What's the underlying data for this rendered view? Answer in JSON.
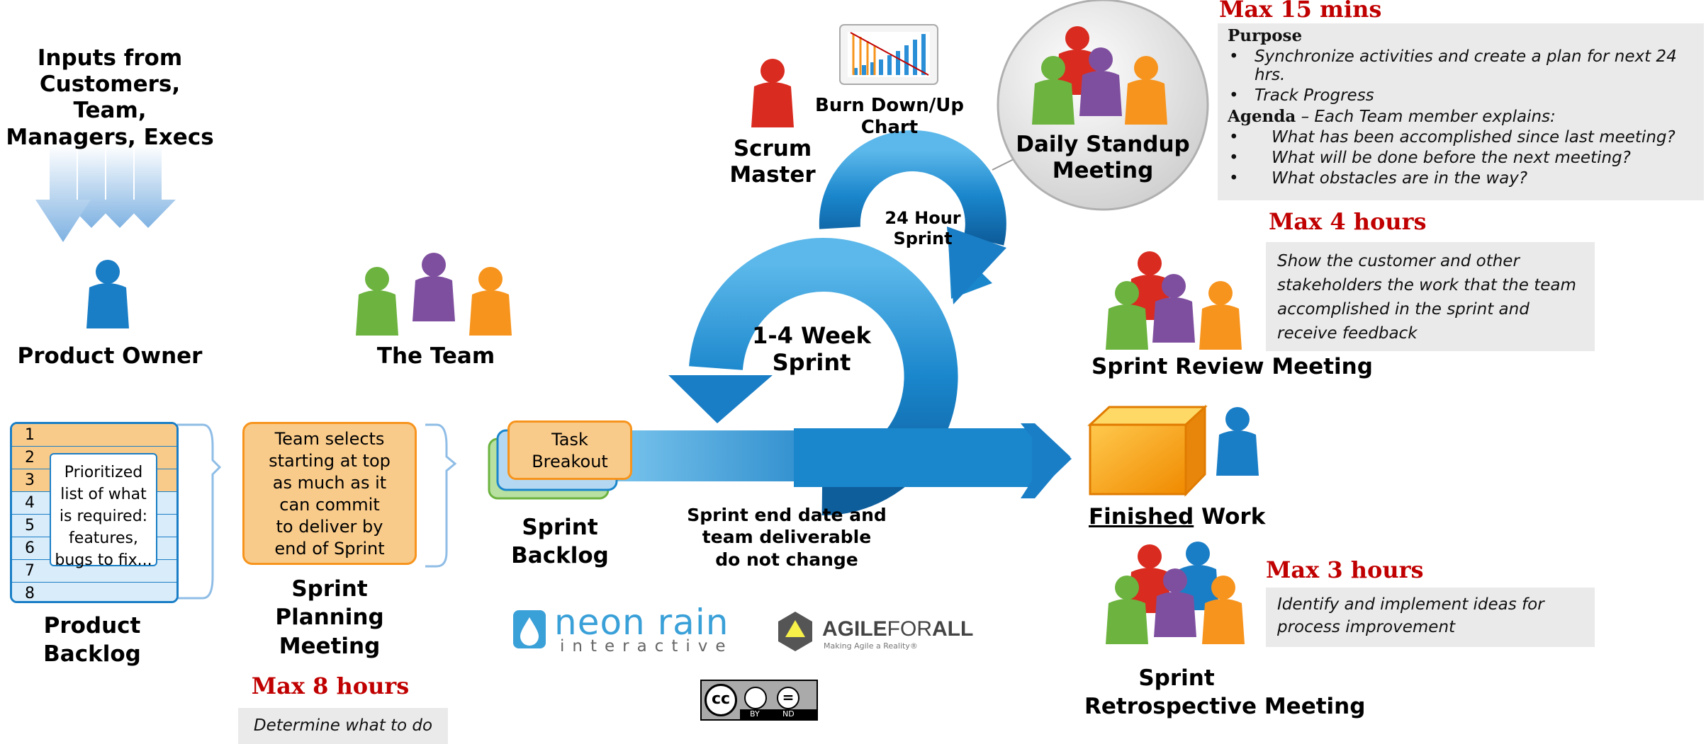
{
  "inputs": {
    "line1": "Inputs from",
    "line2": "Customers, Team,",
    "line3": "Managers, Execs"
  },
  "product_owner": {
    "label": "Product Owner"
  },
  "the_team": {
    "label": "The Team"
  },
  "scrum_master": {
    "line1": "Scrum",
    "line2": "Master"
  },
  "burndown": {
    "line1": "Burn Down/Up",
    "line2": "Chart"
  },
  "standup": {
    "label_line1": "Daily Standup",
    "label_line2": "Meeting",
    "max": "Max 15 mins",
    "purpose_heading": "Purpose",
    "purpose_items": [
      "Synchronize activities and create a plan for next 24 hrs.",
      "Track Progress"
    ],
    "agenda_heading": "Agenda",
    "agenda_intro": " – Each Team member explains:",
    "agenda_items": [
      "What has been accomplished since last meeting?",
      "What will be done before the next meeting?",
      "What obstacles are in the way?"
    ]
  },
  "sprint24": {
    "line1": "24 Hour",
    "line2": "Sprint"
  },
  "sprint_main": {
    "line1": "1-4 Week",
    "line2": "Sprint"
  },
  "review": {
    "max": "Max 4 hours",
    "desc_lines": [
      "Show the customer and other",
      "stakeholders the work that the team",
      "accomplished in the sprint and",
      "receive feedback"
    ],
    "label_a": "Sprint Review",
    "label_b": "Meeting"
  },
  "backlog": {
    "rows": [
      "1",
      "2",
      "3",
      "4",
      "5",
      "6",
      "7",
      "8"
    ],
    "note_lines": [
      "Prioritized",
      "list of what",
      "is required:",
      "features,",
      "bugs to fix..."
    ],
    "label_line1": "Product",
    "label_line2": "Backlog"
  },
  "planning": {
    "box_lines": [
      "Team selects",
      "starting at top",
      "as much as it",
      "can commit",
      "to deliver by",
      "end of Sprint"
    ],
    "label_lines": [
      "Sprint",
      "Planning",
      "Meeting"
    ],
    "max": "Max 8 hours",
    "desc": "Determine what to do"
  },
  "task": {
    "line1": "Task",
    "line2": "Breakout"
  },
  "sprint_backlog": {
    "line1": "Sprint",
    "line2": "Backlog"
  },
  "end_date": {
    "lines": [
      "Sprint end date and",
      "team deliverable",
      "do not change"
    ]
  },
  "finished": {
    "underlined": "Finished",
    "rest": "Work"
  },
  "retro": {
    "max": "Max 3 hours",
    "desc_lines": [
      "Identify and implement ideas for",
      "process improvement"
    ],
    "label_line1": "Sprint",
    "label_line2a": "Retrospective",
    "label_line2b": "Meeting"
  },
  "logos": {
    "neon_main": "neon rain",
    "neon_sub": "interactive",
    "agile_main_a": "AGILE",
    "agile_main_b": "FOR",
    "agile_main_c": "ALL",
    "agile_sub": "Making Agile a Reality®",
    "cc": "cc",
    "cc_by": "BY",
    "cc_nd": "ND"
  },
  "colors": {
    "blue": "#1a7ec6",
    "red": "#c00000",
    "orange": "#f7941d",
    "green": "#6cb33f",
    "purple": "#7f4f9f",
    "personRed": "#d92b1f",
    "backlogOrange": "#f9cb8a",
    "gray": "#eaeaea"
  }
}
